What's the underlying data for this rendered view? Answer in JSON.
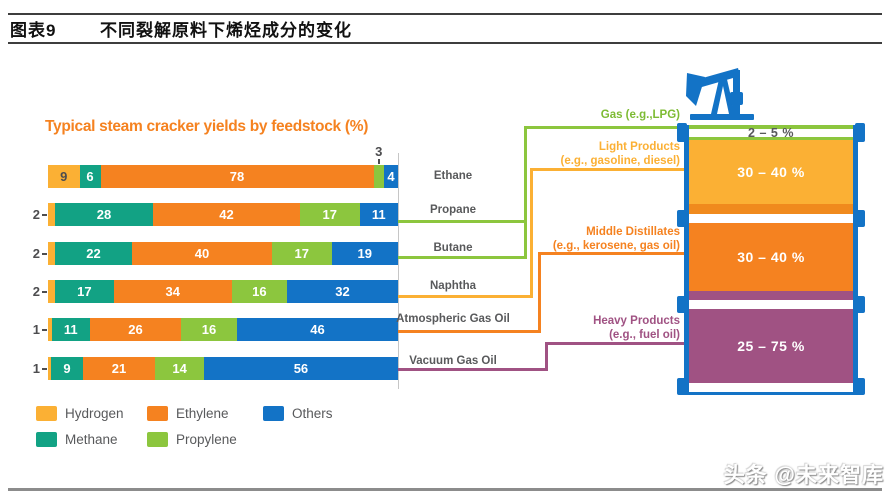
{
  "header": {
    "figure_tag": "图表9",
    "title": "不同裂解原料下烯烃成分的变化"
  },
  "chart_data": {
    "type": "bar",
    "orientation": "horizontal",
    "stacked": true,
    "title": "Typical steam cracker yields by feedstock (%)",
    "unit": "%",
    "xlim": [
      0,
      100
    ],
    "grid": false,
    "legend_position": "bottom",
    "categories": [
      "Ethane",
      "Propane",
      "Butane",
      "Naphtha",
      "Atmospheric Gas Oil",
      "Vacuum Gas Oil"
    ],
    "series": [
      {
        "name": "Hydrogen",
        "color": "#FBB034",
        "values": [
          9,
          2,
          2,
          2,
          1,
          1
        ]
      },
      {
        "name": "Methane",
        "color": "#12A284",
        "values": [
          6,
          28,
          22,
          17,
          11,
          9
        ]
      },
      {
        "name": "Ethylene",
        "color": "#F58220",
        "values": [
          78,
          42,
          40,
          34,
          26,
          21
        ]
      },
      {
        "name": "Propylene",
        "color": "#8CC63E",
        "values": [
          3,
          17,
          17,
          16,
          16,
          14
        ]
      },
      {
        "name": "Others",
        "color": "#1373C6",
        "values": [
          4,
          11,
          19,
          32,
          46,
          56
        ]
      }
    ],
    "legend_rows": [
      [
        "Hydrogen",
        "Ethylene",
        "Others"
      ],
      [
        "Methane",
        "Propylene"
      ]
    ]
  },
  "refinery": {
    "products": [
      {
        "name": "Gas (e.g.,LPG)",
        "example": "",
        "range": "2 – 5 %",
        "color": "#8CC63E"
      },
      {
        "name": "Light Products",
        "example": "(e.g., gasoline, diesel)",
        "range": "30 – 40 %",
        "color": "#FBB034"
      },
      {
        "name": "Middle Distillates",
        "example": "(e.g., kerosene, gas oil)",
        "range": "30 – 40 %",
        "color": "#F58220"
      },
      {
        "name": "Heavy Products",
        "example": "(e.g., fuel oil)",
        "range": "25 – 75 %",
        "color": "#A05283"
      }
    ],
    "connections": [
      {
        "from": "Propane",
        "to": "Gas (e.g.,LPG)"
      },
      {
        "from": "Butane",
        "to": "Gas (e.g.,LPG)"
      },
      {
        "from": "Naphtha",
        "to": "Light Products"
      },
      {
        "from": "Atmospheric Gas Oil",
        "to": "Middle Distillates"
      },
      {
        "from": "Vacuum Gas Oil",
        "to": "Heavy Products"
      }
    ]
  },
  "watermark": "头条 @未来智库"
}
